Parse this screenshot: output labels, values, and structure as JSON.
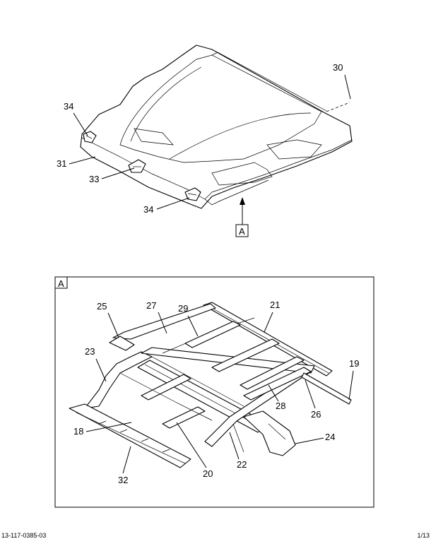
{
  "diagram": {
    "callouts": {
      "c19": "19",
      "c18": "18",
      "c20": "20",
      "c21": "21",
      "c22": "22",
      "c23": "23",
      "c24": "24",
      "c25": "25",
      "c26": "26",
      "c27": "27",
      "c28": "28",
      "c29": "29",
      "c30": "30",
      "c31": "31",
      "c32": "32",
      "c33": "33",
      "c34a": "34",
      "c34b": "34"
    },
    "view_marker": "A",
    "detail_label": "A"
  },
  "footer": {
    "left_text": "13-117-0385-03",
    "right_text": "1/13"
  }
}
